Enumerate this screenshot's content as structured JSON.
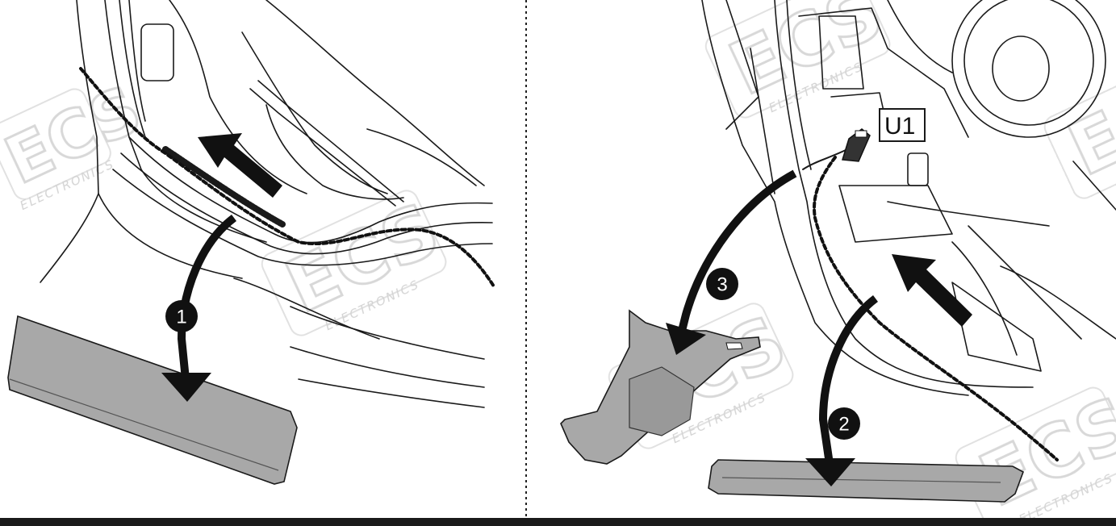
{
  "left_panel": {
    "steps": [
      {
        "number": "1"
      }
    ]
  },
  "right_panel": {
    "steps": [
      {
        "number": "2"
      },
      {
        "number": "3"
      }
    ],
    "connector_label": "U1"
  },
  "watermark": {
    "logo_text": "ECS",
    "brand_text": "ELECTRONICS"
  },
  "colors": {
    "line": "#1a1a1a",
    "trim_fill": "#a8a8a8",
    "background": "#ffffff",
    "step_badge": "#111111",
    "watermark": "#d6d6d6"
  },
  "icons": [
    "step-badge",
    "removal-arrow",
    "slide-arrow",
    "connector-plug",
    "cable-route-dotted"
  ]
}
